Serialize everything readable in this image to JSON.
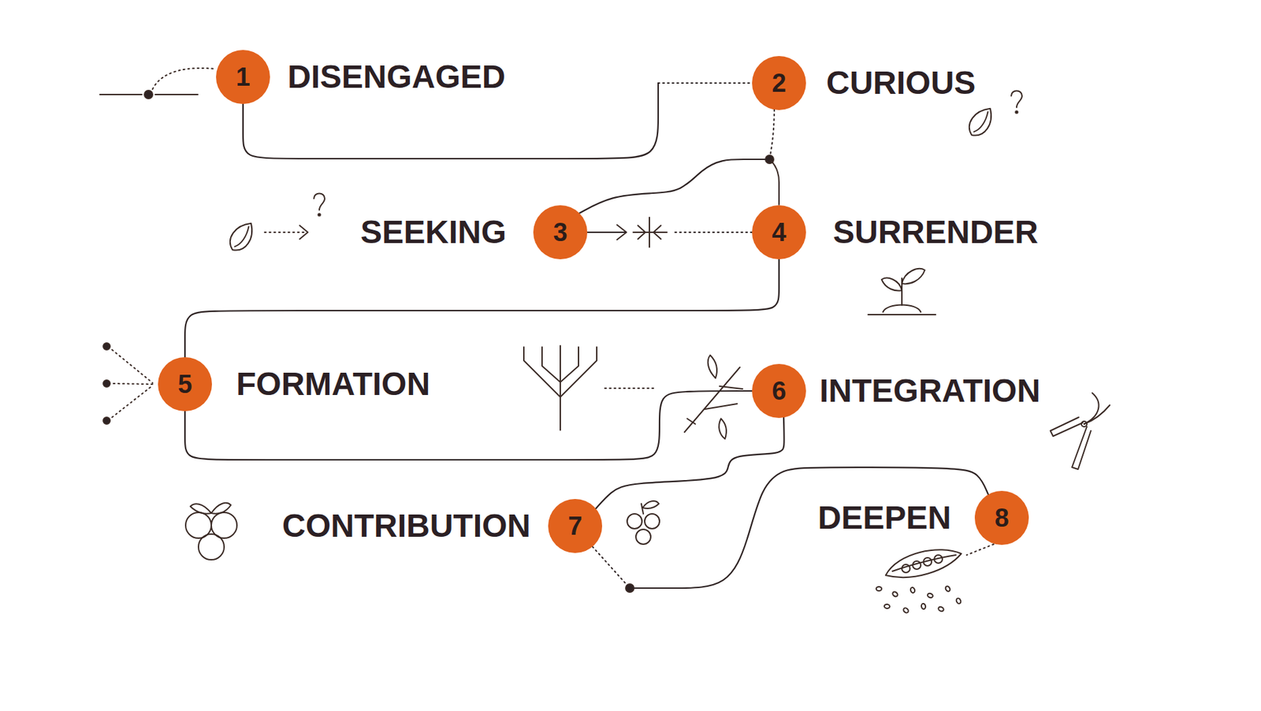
{
  "diagram": {
    "nodes": [
      {
        "text": [
          "1",
          "DISENGAGED"
        ]
      },
      {
        "text": [
          "2",
          "CURIOUS"
        ]
      },
      {
        "text": [
          "3",
          "SEEKING"
        ]
      },
      {
        "text": [
          "4",
          "SURRENDER"
        ]
      },
      {
        "text": [
          "5",
          "FORMATION"
        ]
      },
      {
        "text": [
          "6",
          "INTEGRATION"
        ]
      },
      {
        "text": [
          "7",
          "CONTRIBUTION"
        ]
      },
      {
        "text": [
          "8",
          "DEEPEN"
        ]
      }
    ],
    "edges": [
      {
        "from": 0,
        "to": 1,
        "arrow": "none"
      },
      {
        "from": 1,
        "to": 2,
        "arrow": "none"
      },
      {
        "from": 2,
        "to": 3,
        "arrow": "none"
      },
      {
        "from": 3,
        "to": 4,
        "arrow": "none"
      },
      {
        "from": 4,
        "to": 5,
        "arrow": "none"
      },
      {
        "from": 5,
        "to": 6,
        "arrow": "none"
      },
      {
        "from": 6,
        "to": 7,
        "arrow": "none"
      }
    ]
  }
}
